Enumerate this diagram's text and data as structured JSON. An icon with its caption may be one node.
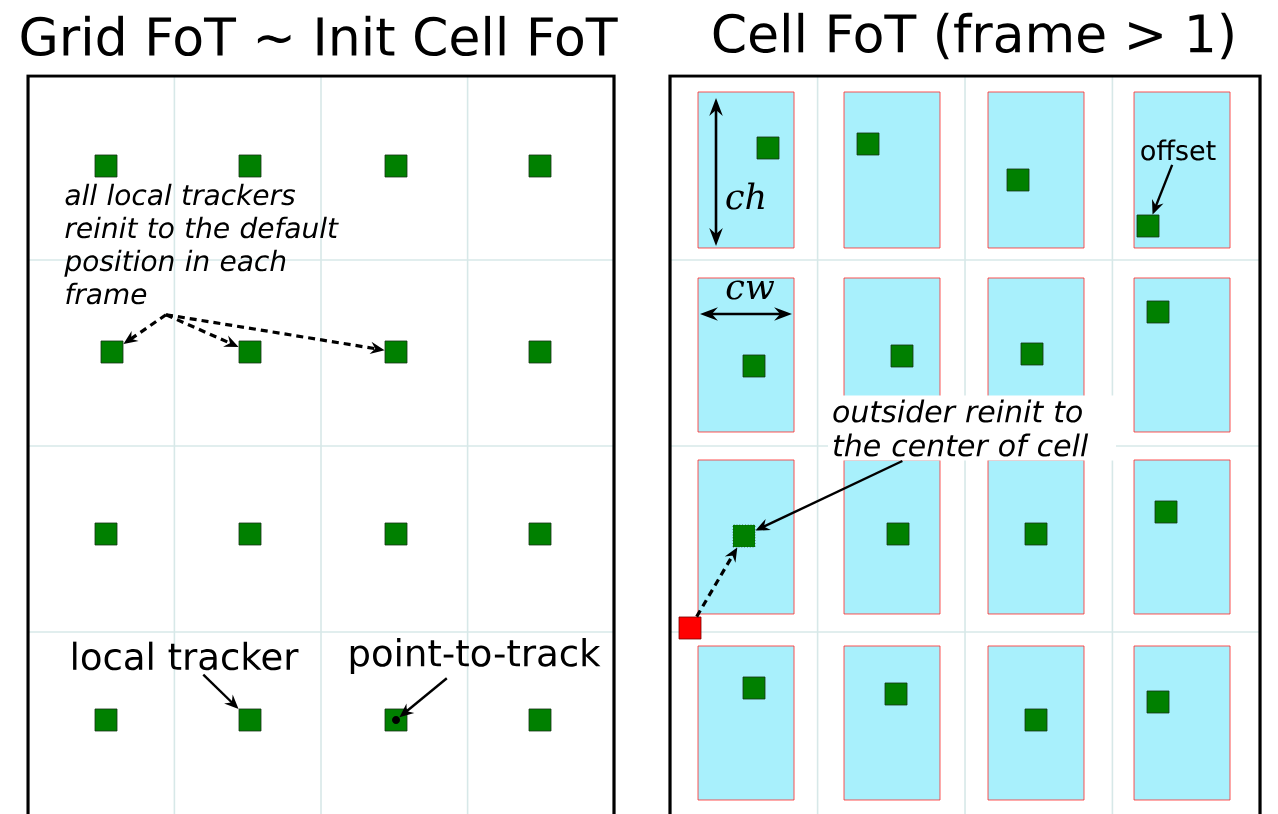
{
  "diagram": {
    "nodes": [
      {
        "text": [],
        "shape": "box"
      },
      {
        "text": [],
        "shape": "box"
      },
      {
        "text": [],
        "shape": "box"
      },
      {
        "text": [],
        "shape": "box"
      },
      {
        "text": [
          "all local trackers reinit to the default position in each frame"
        ]
      },
      {
        "text": [],
        "shape": "box"
      },
      {
        "text": [],
        "shape": "box"
      },
      {
        "text": [],
        "shape": "box"
      },
      {
        "text": [],
        "shape": "box"
      },
      {
        "text": [],
        "shape": "box"
      },
      {
        "text": [],
        "shape": "box"
      },
      {
        "text": [],
        "shape": "box"
      },
      {
        "text": [],
        "shape": "box"
      },
      {
        "text": [
          "local tracker"
        ]
      },
      {
        "text": [
          "point-to-track"
        ]
      },
      {
        "text": [],
        "shape": "box"
      },
      {
        "text": [],
        "shape": "box"
      },
      {
        "text": [],
        "shape": "box"
      },
      {
        "text": [],
        "shape": "circle",
        "in": 17
      },
      {
        "text": [],
        "shape": "box"
      },
      {
        "text": [],
        "shape": "box"
      },
      {
        "text": [],
        "shape": "box"
      },
      {
        "text": [],
        "shape": "box"
      },
      {
        "text": [
          "offset"
        ]
      },
      {
        "text": [],
        "shape": "box"
      },
      {
        "text": [],
        "shape": "box"
      },
      {
        "text": [],
        "shape": "box"
      },
      {
        "text": [],
        "shape": "box"
      },
      {
        "text": [],
        "shape": "box"
      },
      {
        "text": [
          "outsider reinit to the center of cell"
        ]
      },
      {
        "text": [],
        "shape": "box"
      },
      {
        "text": [],
        "shape": "box"
      },
      {
        "text": [],
        "shape": "box"
      },
      {
        "text": [],
        "shape": "box"
      },
      {
        "text": [],
        "shape": "box"
      },
      {
        "text": [],
        "shape": "box"
      },
      {
        "text": [],
        "shape": "box"
      },
      {
        "text": [],
        "shape": "box"
      },
      {
        "text": [],
        "shape": "box"
      }
    ],
    "edges": [
      {
        "from": 4,
        "to": 5,
        "arrow": "to",
        "style": "dashed"
      },
      {
        "from": 4,
        "to": 6,
        "arrow": "to",
        "style": "dashed"
      },
      {
        "from": 4,
        "to": 7,
        "arrow": "to",
        "style": "dashed"
      },
      {
        "from": 13,
        "to": 16,
        "arrow": "to"
      },
      {
        "from": 14,
        "to": 18,
        "arrow": "to"
      },
      {
        "from": 23,
        "to": 24,
        "arrow": "to"
      },
      {
        "from": 29,
        "to": 30,
        "arrow": "to"
      },
      {
        "from": 34,
        "to": 30,
        "arrow": "to",
        "style": "dashed"
      }
    ],
    "labels": [
      "Grid FoT ~ Init Cell FoT",
      "Cell FoT (frame > 1)",
      "ch",
      "cw"
    ]
  }
}
